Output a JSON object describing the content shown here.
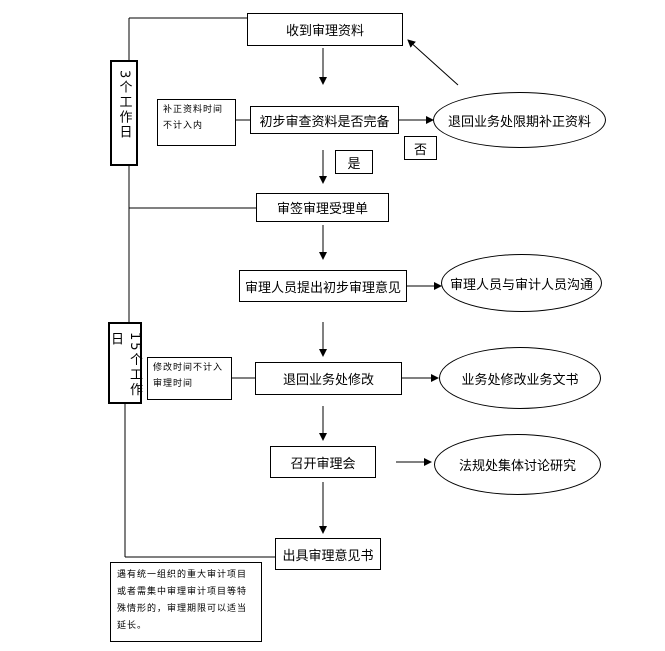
{
  "steps": {
    "receive": "收到审理资料",
    "initial_check": "初步审查资料是否完备",
    "sign": "审签审理受理单",
    "propose": "审理人员提出初步审理意见",
    "return_modify": "退回业务处修改",
    "meeting": "召开审理会",
    "issue": "出具审理意见书"
  },
  "branches": {
    "return_supplement": "退回业务处限期补正资料",
    "communicate": "审理人员与审计人员沟通",
    "modify_doc": "业务处修改业务文书",
    "legal_discussion": "法规处集体讨论研究"
  },
  "labels": {
    "yes": "是",
    "no": "否"
  },
  "notes": {
    "supplement_time": "补正资料时间不计入内",
    "modify_time": "修改时间不计入审理时间",
    "extension": "遇有统一组织的重大审计项目或者需集中审理审计项目等特殊情形的，审理期限可以适当延长。"
  },
  "durations": {
    "three_days": "3个工作日",
    "fifteen_days": "15个工作日"
  }
}
